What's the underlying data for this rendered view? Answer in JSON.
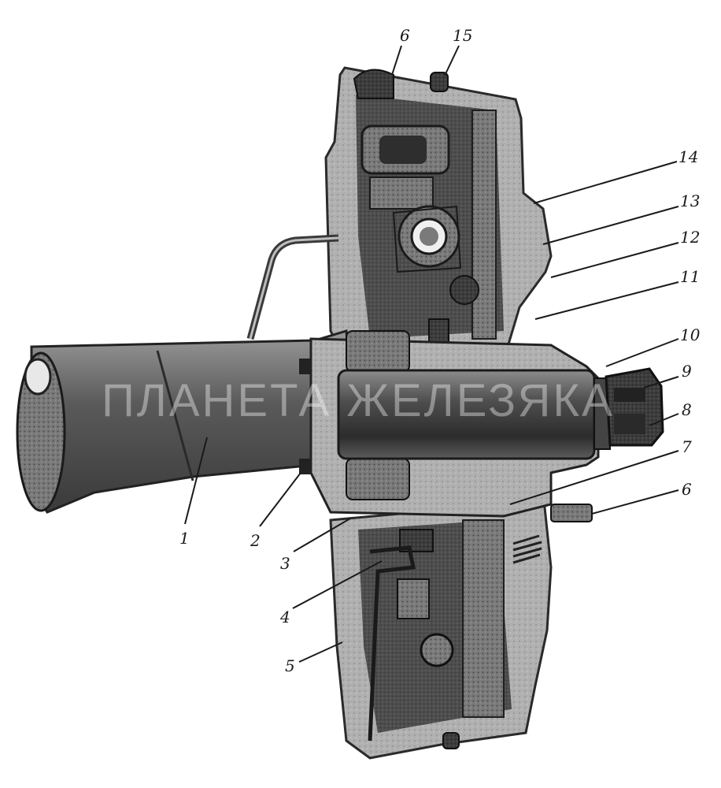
{
  "callouts": {
    "c1": "1",
    "c2": "2",
    "c3": "3",
    "c4": "4",
    "c5": "5",
    "c6_top": "6",
    "c6_bottom": "6",
    "c7": "7",
    "c8": "8",
    "c9": "9",
    "c10": "10",
    "c11": "11",
    "c12": "12",
    "c13": "13",
    "c14": "14",
    "c15": "15"
  },
  "watermark": "ПЛАНЕТА ЖЕЛЕЗЯКА",
  "colors": {
    "background": "#ffffff",
    "dark_metal": "#3a3a3a",
    "mid_metal": "#6e6e6e",
    "light_metal": "#a8a8a8",
    "ink": "#1a1a1a"
  }
}
